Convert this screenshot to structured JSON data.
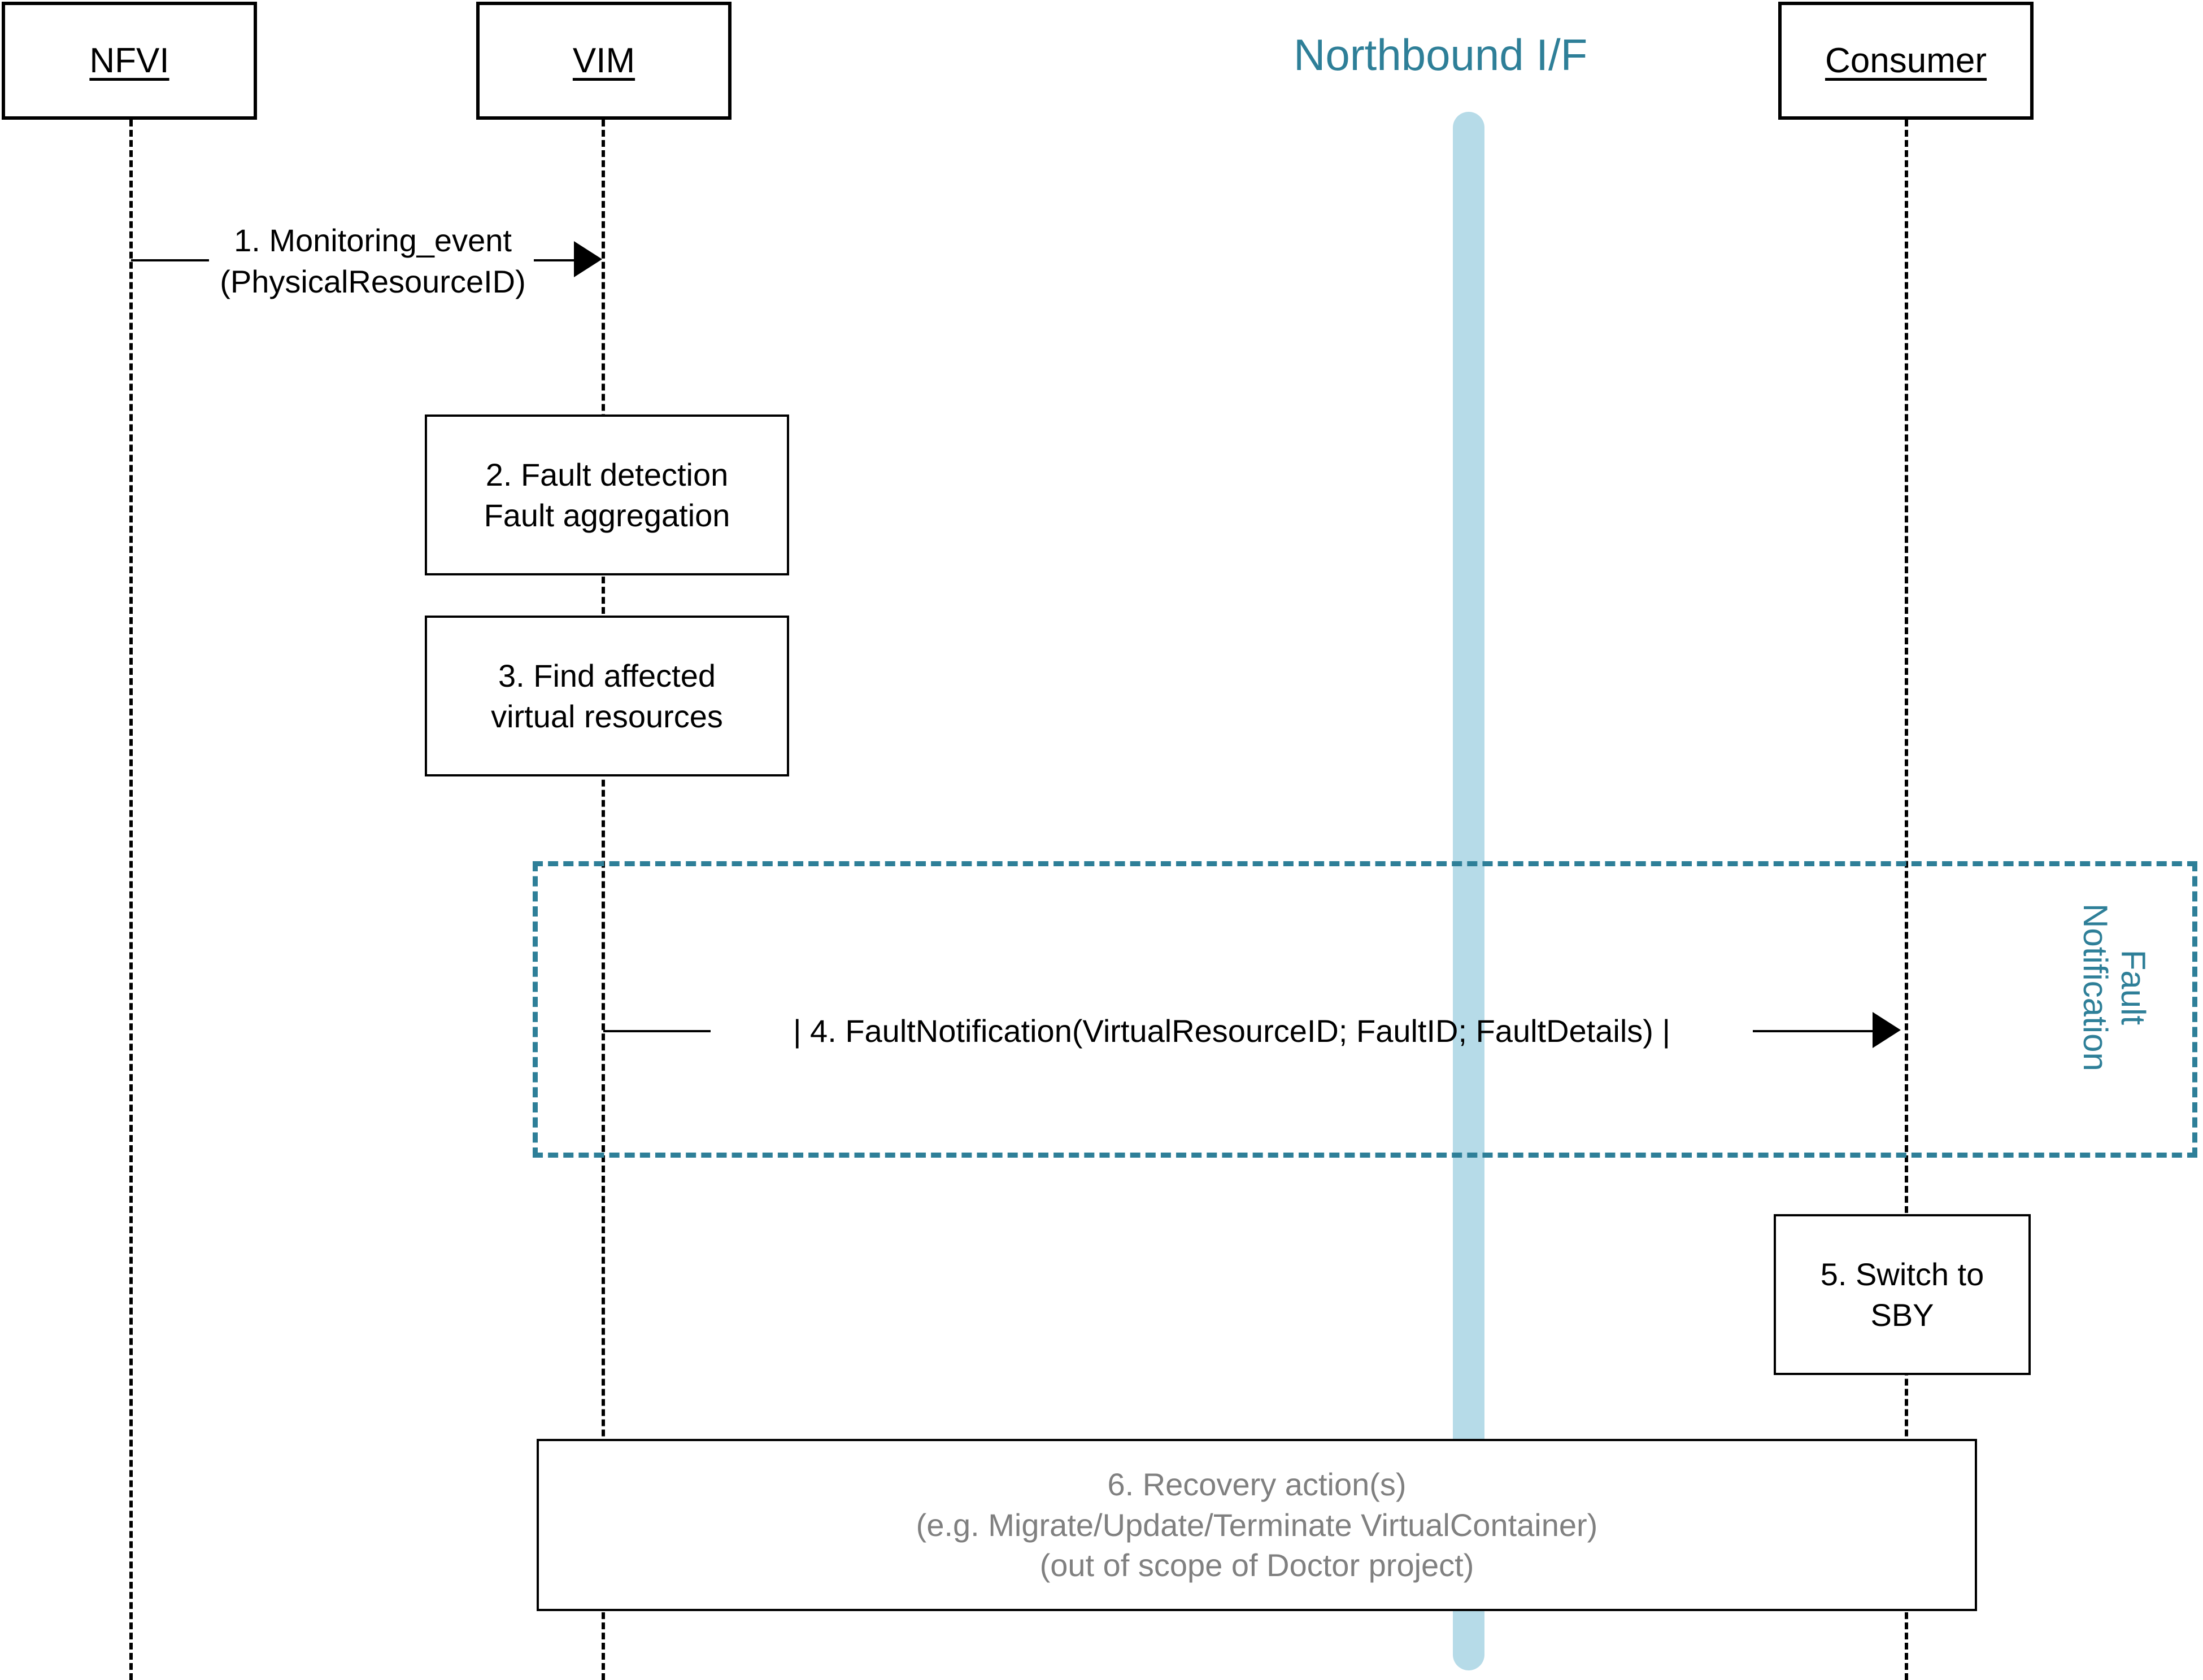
{
  "diagram": {
    "title": "Fault management sequence diagram",
    "colors": {
      "teal": "#2e7f98",
      "light_blue": "#b6dbe8",
      "grey_text": "#808080",
      "black": "#000000"
    },
    "lifelines": [
      {
        "id": "nfvi",
        "label": "NFVI"
      },
      {
        "id": "vim",
        "label": "VIM"
      },
      {
        "id": "consumer",
        "label": "Consumer"
      }
    ],
    "northbound": {
      "label": "Northbound I/F"
    },
    "messages": [
      {
        "id": "msg-1",
        "number": "1.",
        "lines": [
          "1. Monitoring_event",
          "(PhysicalResourceID)"
        ],
        "from": "nfvi",
        "to": "vim",
        "direction": "right"
      },
      {
        "id": "msg-4",
        "number": "4.",
        "lines": [
          "| 4. FaultNotification(VirtualResourceID; FaultID; FaultDetails) |"
        ],
        "from": "vim",
        "to": "consumer",
        "direction": "right"
      }
    ],
    "activities": [
      {
        "id": "act-2",
        "lifeline": "vim",
        "lines": [
          "2. Fault detection",
          "Fault aggregation"
        ],
        "style": "black"
      },
      {
        "id": "act-3",
        "lifeline": "vim",
        "lines": [
          "3. Find affected",
          "virtual resources"
        ],
        "style": "black"
      },
      {
        "id": "act-5",
        "lifeline": "consumer",
        "lines": [
          "5. Switch to",
          "SBY"
        ],
        "style": "black"
      },
      {
        "id": "act-6",
        "lifeline": "span",
        "lines": [
          "6. Recovery action(s)",
          "(e.g. Migrate/Update/Terminate VirtualContainer)",
          "(out of scope of Doctor project)"
        ],
        "style": "grey"
      }
    ],
    "fragments": [
      {
        "id": "frag-fault-notification",
        "label_lines": [
          "Fault",
          "Notification"
        ],
        "border": "dashed",
        "color": "#2e7f98"
      }
    ]
  }
}
